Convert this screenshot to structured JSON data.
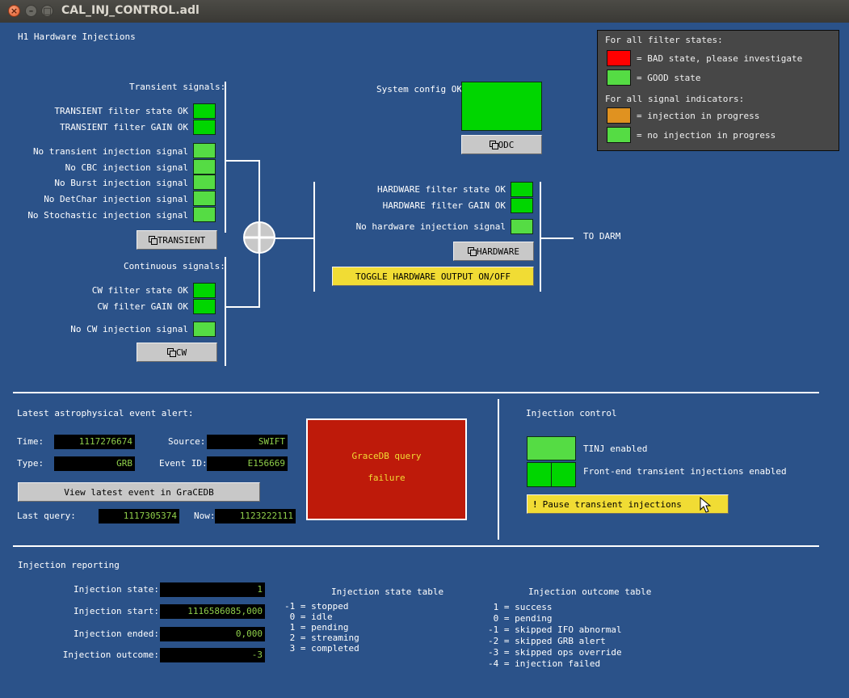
{
  "window": {
    "title": "CAL_INJ_CONTROL.adl"
  },
  "header": {
    "title": "H1 Hardware Injections"
  },
  "colors": {
    "panel_bg": "#2b5289",
    "good": "#00d600",
    "good_light": "#55dc44",
    "bad": "#ff0000",
    "in_progress": "#e09220",
    "alert_box": "#be1a0a",
    "button_yellow": "#f1dc34",
    "field_text": "#8fcf4a"
  },
  "legend": {
    "filter_heading": "For all filter states:",
    "bad_label": "= BAD state, please investigate",
    "good_label": "= GOOD state",
    "signal_heading": "For all signal indicators:",
    "inprogress_label": "= injection in progress",
    "noinjection_label": "= no injection in progress"
  },
  "transient": {
    "heading": "Transient signals:",
    "filter_state": "TRANSIENT filter state OK",
    "filter_gain": "TRANSIENT filter GAIN OK",
    "no_transient": "No transient injection signal",
    "no_cbc": "No CBC injection signal",
    "no_burst": "No Burst injection signal",
    "no_detchar": "No DetChar injection signal",
    "no_stochastic": "No Stochastic injection signal",
    "button": "TRANSIENT"
  },
  "continuous": {
    "heading": "Continuous signals:",
    "filter_state": "CW filter state OK",
    "filter_gain": "CW filter GAIN OK",
    "no_cw": "No CW injection signal",
    "button": "CW"
  },
  "system": {
    "config_label": "System config OK",
    "odc_button": "ODC"
  },
  "hardware": {
    "filter_state": "HARDWARE filter state OK",
    "filter_gain": "HARDWARE filter GAIN OK",
    "no_hw": "No hardware injection signal",
    "button": "HARDWARE",
    "toggle_button": "TOGGLE HARDWARE OUTPUT ON/OFF",
    "to_darm": "TO DARM"
  },
  "alert": {
    "heading": "Latest astrophysical event alert:",
    "time_label": "Time:",
    "time_value": "1117276674",
    "source_label": "Source:",
    "source_value": "SWIFT",
    "type_label": "Type:",
    "type_value": "GRB",
    "eventid_label": "Event ID:",
    "eventid_value": "E156669",
    "view_button": "View latest event in GraCEDB",
    "last_query_label": "Last query:",
    "last_query_value": "1117305374",
    "now_label": "Now:",
    "now_value": "1123222111",
    "gracedb_line1": "GraceDB query",
    "gracedb_line2": "failure"
  },
  "injection_control": {
    "heading": "Injection control",
    "tinj_label": "TINJ enabled",
    "frontend_label": "Front-end transient injections enabled",
    "pause_button": "Pause transient injections",
    "pause_icon": "!"
  },
  "reporting": {
    "heading": "Injection reporting",
    "state_label": "Injection state:",
    "state_value": "1",
    "start_label": "Injection start:",
    "start_value": "1116586085,000",
    "ended_label": "Injection ended:",
    "ended_value": "0,000",
    "outcome_label": "Injection outcome:",
    "outcome_value": "-3",
    "state_table_title": "Injection state table",
    "state_table": [
      "-1 = stopped",
      " 0 = idle",
      " 1 = pending",
      " 2 = streaming",
      " 3 = completed"
    ],
    "outcome_table_title": "Injection outcome table",
    "outcome_table": [
      " 1 = success",
      " 0 = pending",
      "-1 = skipped IFO abnormal",
      "-2 = skipped GRB alert",
      "-3 = skipped ops override",
      "-4 = injection failed"
    ]
  }
}
